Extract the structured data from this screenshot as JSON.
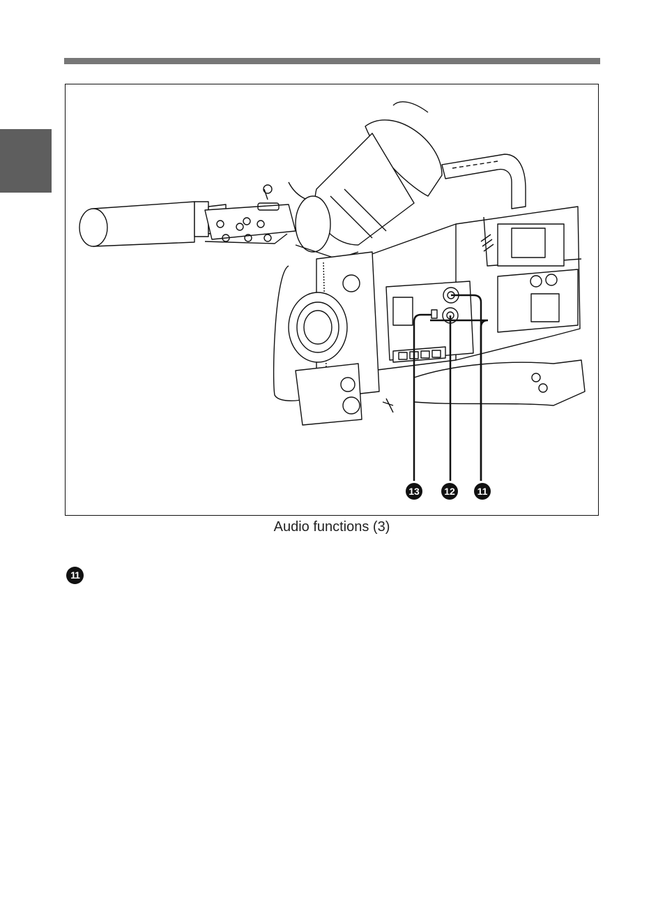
{
  "figure": {
    "caption": "Audio functions (3)",
    "callouts": [
      {
        "id": "c13",
        "label": "13"
      },
      {
        "id": "c12",
        "label": "12"
      },
      {
        "id": "c11",
        "label": "11"
      }
    ]
  },
  "section": {
    "marker": "11"
  }
}
